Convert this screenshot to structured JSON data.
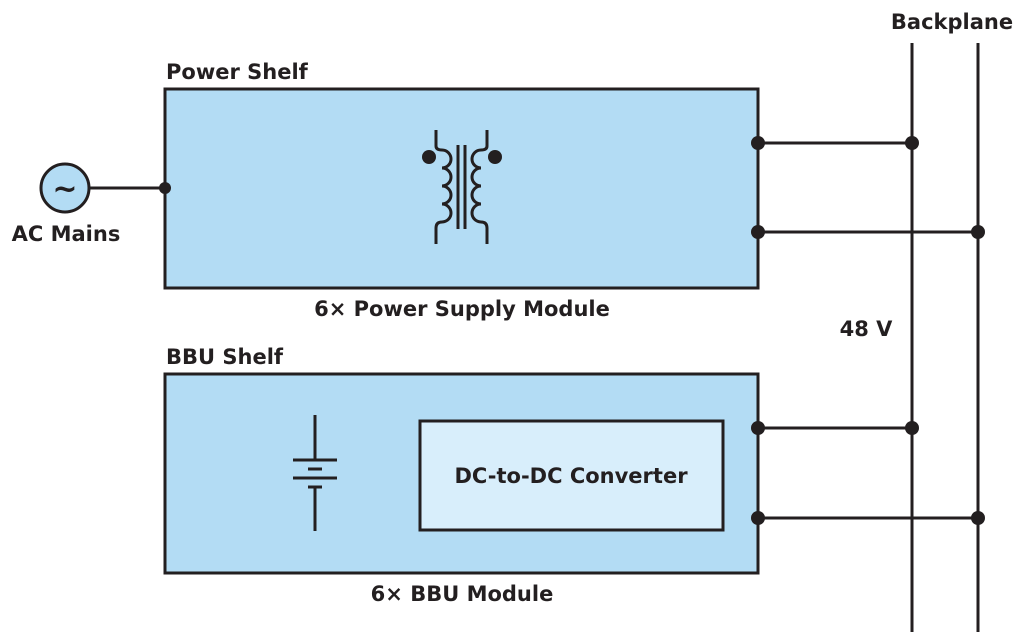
{
  "diagram": {
    "labels": {
      "backplane": "Backplane",
      "power_shelf": "Power Shelf",
      "power_supply_module": "6× Power Supply Module",
      "bbu_shelf": "BBU Shelf",
      "bbu_module": "6× BBU Module",
      "ac_mains": "AC Mains",
      "ac_symbol": "~",
      "voltage": "48 V",
      "dc_converter": "DC-to-DC Converter"
    },
    "icons": {
      "ac_source": "ac-source-icon",
      "transformer": "transformer-icon",
      "battery": "battery-icon"
    },
    "colors": {
      "shelf_fill": "#b3dcf4",
      "converter_fill": "#d8eefb",
      "ac_fill": "#b3dcf4",
      "line": "#231f20",
      "text": "#231f20"
    }
  }
}
